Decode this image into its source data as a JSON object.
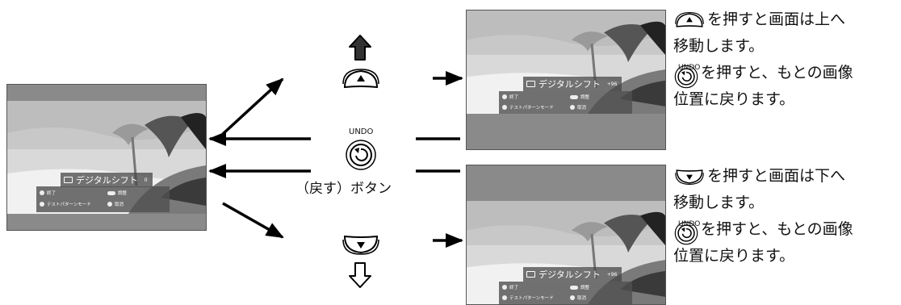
{
  "osd": {
    "title": "デジタルシフト",
    "value_left": "0",
    "value_right": "+96",
    "item_exit": "終了",
    "item_adjust": "調整",
    "item_test_pattern": "テストパターンモード",
    "item_cancel": "取消"
  },
  "undo_button": {
    "tag": "UNDO",
    "label": "（戻す）ボタン"
  },
  "captions": {
    "up": {
      "line1": "を押すと画面は上へ",
      "line2": "移動します。",
      "undo_tag": "UNDO",
      "line3": "を押すと、もとの画像",
      "line4": "位置に戻ります。"
    },
    "down": {
      "line1": "を押すと画面は下へ",
      "line2": "移動します。",
      "undo_tag": "UNDO",
      "line3": "を押すと、もとの画像",
      "line4": "位置に戻ります。"
    }
  },
  "icons": {
    "up_arrow": "up-outline-arrow-icon",
    "down_arrow": "down-outline-arrow-icon",
    "up_button": "up-button-icon",
    "down_button": "down-button-icon",
    "undo_button": "undo-button-icon"
  }
}
